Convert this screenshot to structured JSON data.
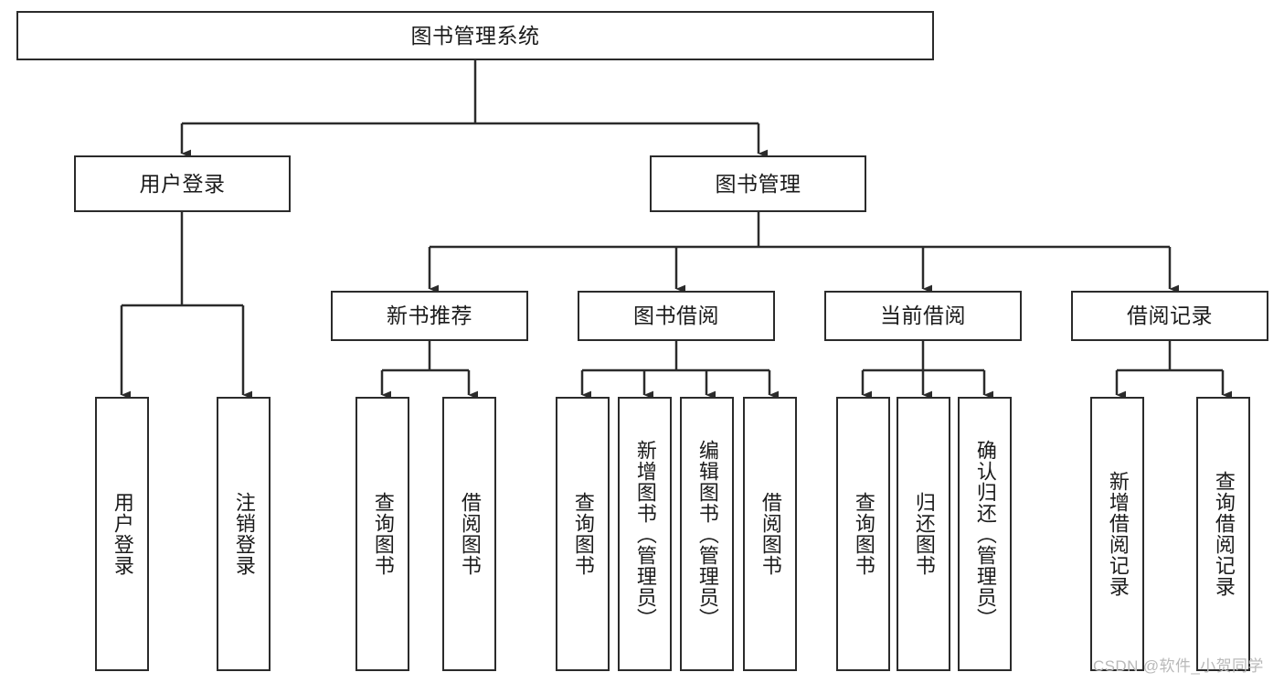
{
  "diagram": {
    "type": "tree-hierarchy-chart",
    "title": "图书管理系统",
    "colors": {
      "background": "#ffffff",
      "box_border": "#2b2b2b",
      "box_fill": "#ffffff",
      "connector": "#2b2b2b",
      "text": "#1b1b1b",
      "watermark": "#b9b9b9"
    },
    "root": {
      "label": "图书管理系统",
      "orientation": "horizontal"
    },
    "level2": [
      {
        "label": "用户登录",
        "orientation": "horizontal"
      },
      {
        "label": "图书管理",
        "orientation": "horizontal"
      }
    ],
    "level3": [
      {
        "label": "新书推荐",
        "orientation": "horizontal"
      },
      {
        "label": "图书借阅",
        "orientation": "horizontal"
      },
      {
        "label": "当前借阅",
        "orientation": "horizontal"
      },
      {
        "label": "借阅记录",
        "orientation": "horizontal"
      }
    ],
    "leaves": {
      "user_login": [
        {
          "label": "用户登录",
          "orientation": "vertical"
        },
        {
          "label": "注销登录",
          "orientation": "vertical"
        }
      ],
      "new_book_recommend": [
        {
          "label": "查询图书",
          "orientation": "vertical"
        },
        {
          "label": "借阅图书",
          "orientation": "vertical"
        }
      ],
      "book_borrow": [
        {
          "label": "查询图书",
          "orientation": "vertical"
        },
        {
          "label": "新增图书（管理员）",
          "orientation": "vertical"
        },
        {
          "label": "编辑图书（管理员）",
          "orientation": "vertical"
        },
        {
          "label": "借阅图书",
          "orientation": "vertical"
        }
      ],
      "current_borrow": [
        {
          "label": "查询图书",
          "orientation": "vertical"
        },
        {
          "label": "归还图书",
          "orientation": "vertical"
        },
        {
          "label": "确认归还（管理员）",
          "orientation": "vertical"
        }
      ],
      "borrow_record": [
        {
          "label": "新增借阅记录",
          "orientation": "vertical"
        },
        {
          "label": "查询借阅记录",
          "orientation": "vertical"
        }
      ]
    },
    "watermark": "CSDN @软件_小贺同学"
  }
}
